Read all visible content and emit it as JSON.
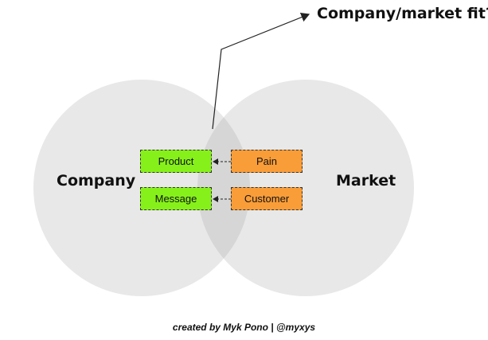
{
  "diagram": {
    "title": "Company/market fit?",
    "circles": [
      {
        "id": "left",
        "label": "Company"
      },
      {
        "id": "right",
        "label": "Market"
      }
    ],
    "boxes": {
      "product": "Product",
      "message": "Message",
      "pain": "Pain",
      "customer": "Customer"
    },
    "colors": {
      "circle_fill": "#e8e8e8",
      "overlap_fill": "#d6d6d6",
      "company_box": "#86f11a",
      "market_box": "#f99d38"
    },
    "credit": "created by Myk Pono | @myxys"
  }
}
